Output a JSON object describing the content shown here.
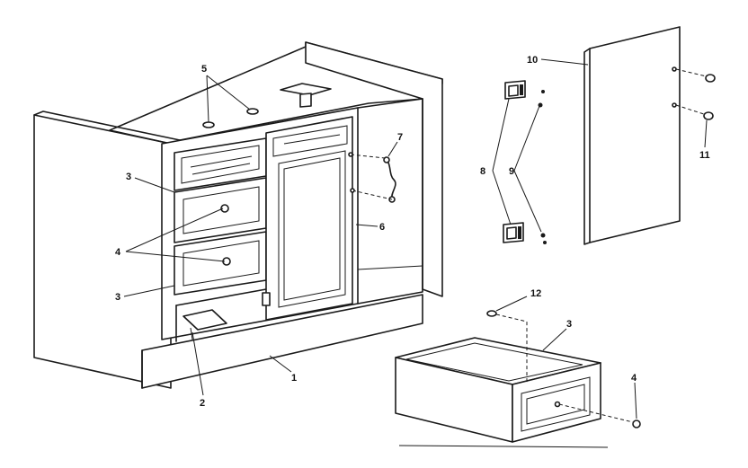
{
  "labels": {
    "l1": "1",
    "l2": "2",
    "l3a": "3",
    "l3b": "3",
    "l3c": "3",
    "l4a": "4",
    "l4b": "4",
    "l5": "5",
    "l6": "6",
    "l7": "7",
    "l8": "8",
    "l9": "9",
    "l10": "10",
    "l11": "11",
    "l12": "12"
  }
}
